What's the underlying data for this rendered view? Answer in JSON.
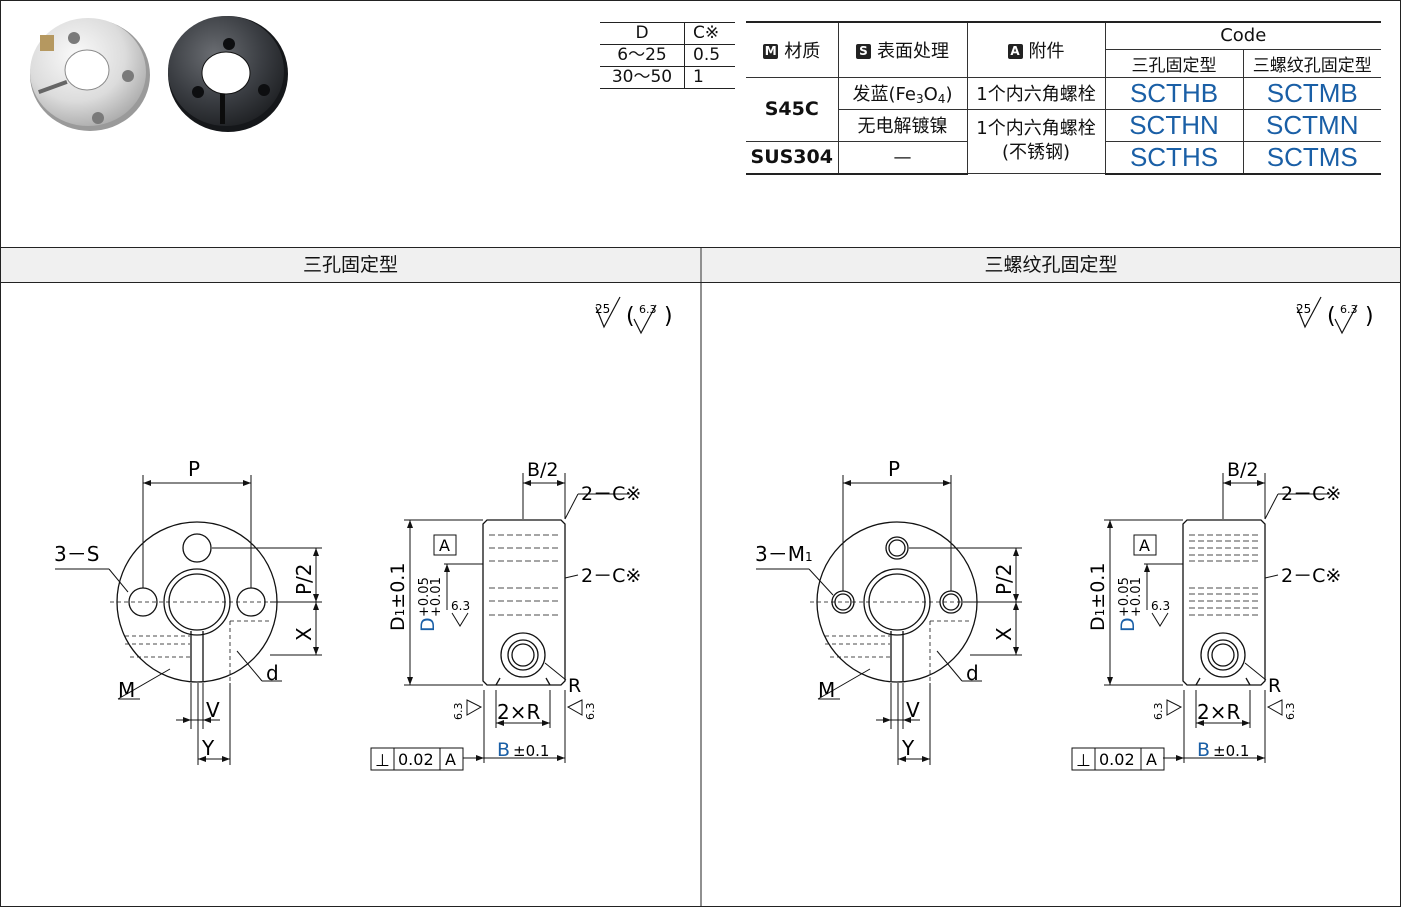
{
  "dc_table": {
    "header": [
      "D",
      "C※"
    ],
    "rows": [
      [
        "6～25",
        "0.5"
      ],
      [
        "30～50",
        "1"
      ]
    ]
  },
  "spec_table": {
    "material_header": "材质",
    "surface_header": "表面处理",
    "accessory_header": "附件",
    "code_header": "Code",
    "type1_header": "三孔固定型",
    "type2_header": "三螺纹孔固定型",
    "badge_m": "M",
    "badge_s": "S",
    "badge_a": "A",
    "rows": [
      {
        "material": "S45C",
        "surface": "发蓝(Fe3O4)",
        "accessory": "1个内六角螺栓",
        "code1": "SCTHB",
        "code2": "SCTMB"
      },
      {
        "material": "",
        "surface": "无电解镀镍",
        "accessory": "1个内六角螺栓(不锈钢)",
        "code1": "SCTHN",
        "code2": "SCTMN"
      },
      {
        "material": "SUS304",
        "surface": "—",
        "accessory": "",
        "code1": "SCTHS",
        "code2": "SCTMS"
      }
    ],
    "surface_blue_main": "发蓝(Fe",
    "surface_blue_sub1": "3",
    "surface_blue_o": "O",
    "surface_blue_sub2": "4",
    "surface_blue_close": ")",
    "accessory_line1": "1个内六角螺栓",
    "accessory_line2a": "1个内六角螺栓",
    "accessory_line2b": "(不锈钢)"
  },
  "sections": {
    "left_title": "三孔固定型",
    "right_title": "三螺纹孔固定型"
  },
  "drawing": {
    "roughness_main": "25",
    "roughness_sub": "6.3",
    "label_P": "P",
    "label_P2": "P/2",
    "label_X": "X",
    "label_3S": "3－S",
    "label_3M1": "3－M",
    "label_3M1_sub": "1",
    "label_M": "M",
    "label_d": "d",
    "label_V": "V",
    "label_Y": "Y",
    "label_B2": "B/2",
    "label_2C": "2－C※",
    "label_A": "A",
    "label_D1": "D",
    "label_D1_sub": "1",
    "label_D1_tol": "±0.1",
    "label_D": "D",
    "label_D_tol_top": "+0.05",
    "label_D_tol_bot": "+0.01",
    "label_63": "6.3",
    "label_R": "R",
    "label_2R": "2×R",
    "label_B": "B",
    "label_B_tol": "±0.1",
    "label_perp": "⊥",
    "label_002": "0.02",
    "label_A_ref": "A"
  },
  "colors": {
    "accent_blue": "#1a5fa6",
    "header_bg": "#f0f0f0"
  }
}
